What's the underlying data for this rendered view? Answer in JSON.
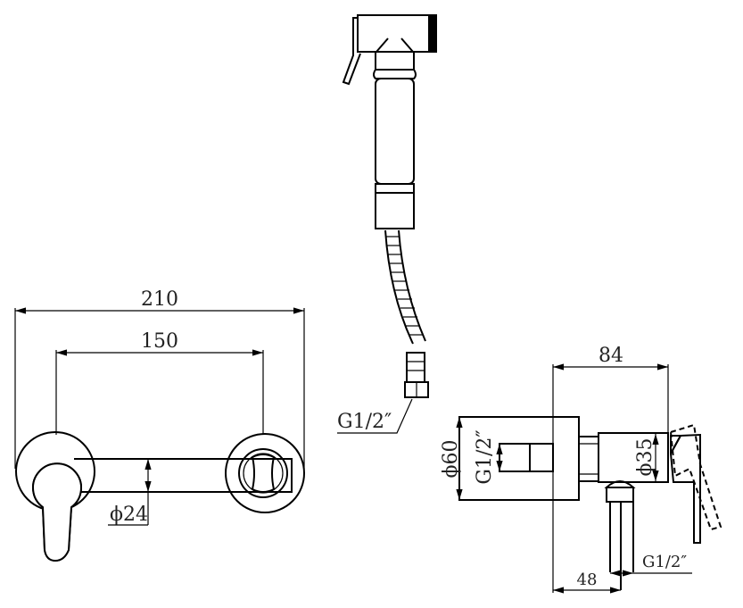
{
  "drawing": {
    "front_view": {
      "overall_width": "210",
      "centers_distance": "150",
      "pipe_diameter": "ϕ24"
    },
    "side_view": {
      "depth": "84",
      "plate_diameter": "ϕ60",
      "inlet_thread": "G1/2″",
      "body_diameter": "ϕ35",
      "outlet_offset": "48",
      "outlet_thread": "G1/2″"
    },
    "hand_shower": {
      "hose_thread": "G1/2″"
    }
  }
}
